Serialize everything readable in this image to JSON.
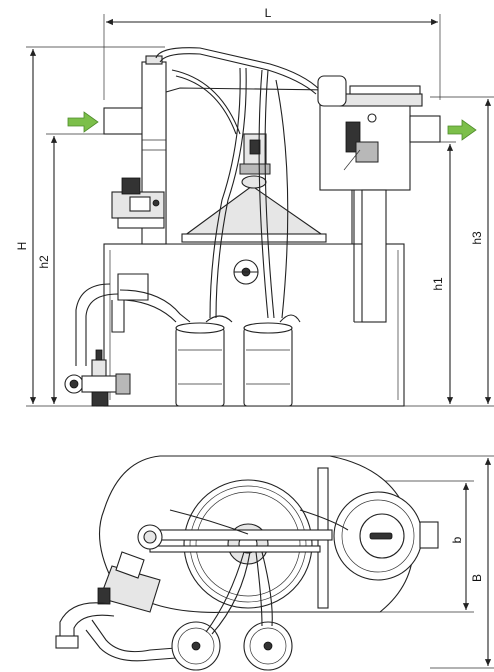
{
  "dimensions": {
    "length": "L",
    "height": "H",
    "h1": "h1",
    "h2": "h2",
    "h3": "h3",
    "b": "b",
    "width": "B"
  },
  "colors": {
    "line": "#222222",
    "fill_light": "#e6e6e6",
    "fill_dark": "#b8b8b8",
    "flow_arrow": "#7cbf4a"
  },
  "icons": {
    "inlet_arrow": "green-right-arrow",
    "outlet_arrow": "green-right-arrow"
  }
}
